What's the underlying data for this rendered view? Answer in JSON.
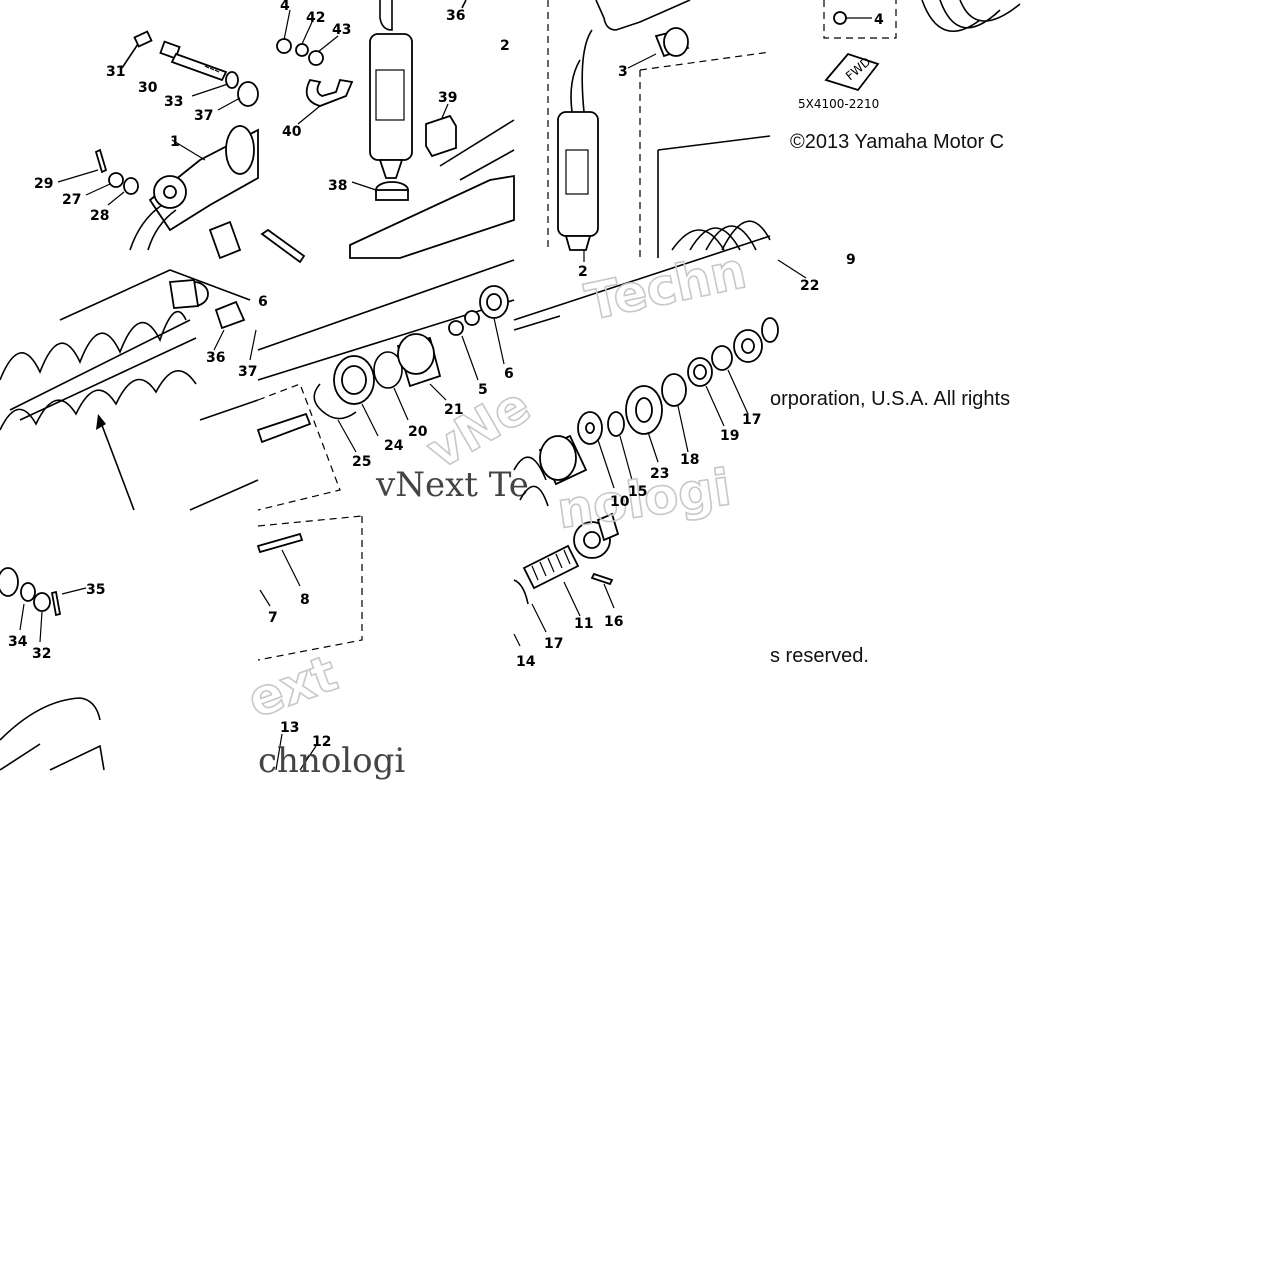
{
  "copyright": {
    "line1": "©2013 Yamaha Motor C",
    "line2": "orporation, U.S.A. All rights",
    "line3": "s reserved."
  },
  "watermark": {
    "fragments": [
      "Techn",
      "vNext Te",
      "vNe",
      "ext",
      "chnologi",
      "nologi"
    ]
  },
  "diagram_code": "5X4100-2210",
  "fwd_label": "FWD",
  "callouts": {
    "c1": "1",
    "c2a": "2",
    "c2b": "2",
    "c3": "3",
    "c4": "4",
    "c4b": "4",
    "c5": "5",
    "c6a": "6",
    "c6b": "6",
    "c7": "7",
    "c8": "8",
    "c9": "9",
    "c10": "10",
    "c11": "11",
    "c12": "12",
    "c13": "13",
    "c14": "14",
    "c15": "15",
    "c16": "16",
    "c17a": "17",
    "c17b": "17",
    "c18": "18",
    "c19": "19",
    "c20": "20",
    "c21": "21",
    "c22": "22",
    "c23": "23",
    "c24": "24",
    "c25": "25",
    "c27": "27",
    "c28": "28",
    "c29": "29",
    "c30": "30",
    "c31": "31",
    "c32": "32",
    "c33": "33",
    "c34": "34",
    "c35": "35",
    "c36a": "36",
    "c36b": "36",
    "c37a": "37",
    "c37b": "37",
    "c38": "38",
    "c39": "39",
    "c40": "40",
    "c42": "42",
    "c43": "43"
  }
}
